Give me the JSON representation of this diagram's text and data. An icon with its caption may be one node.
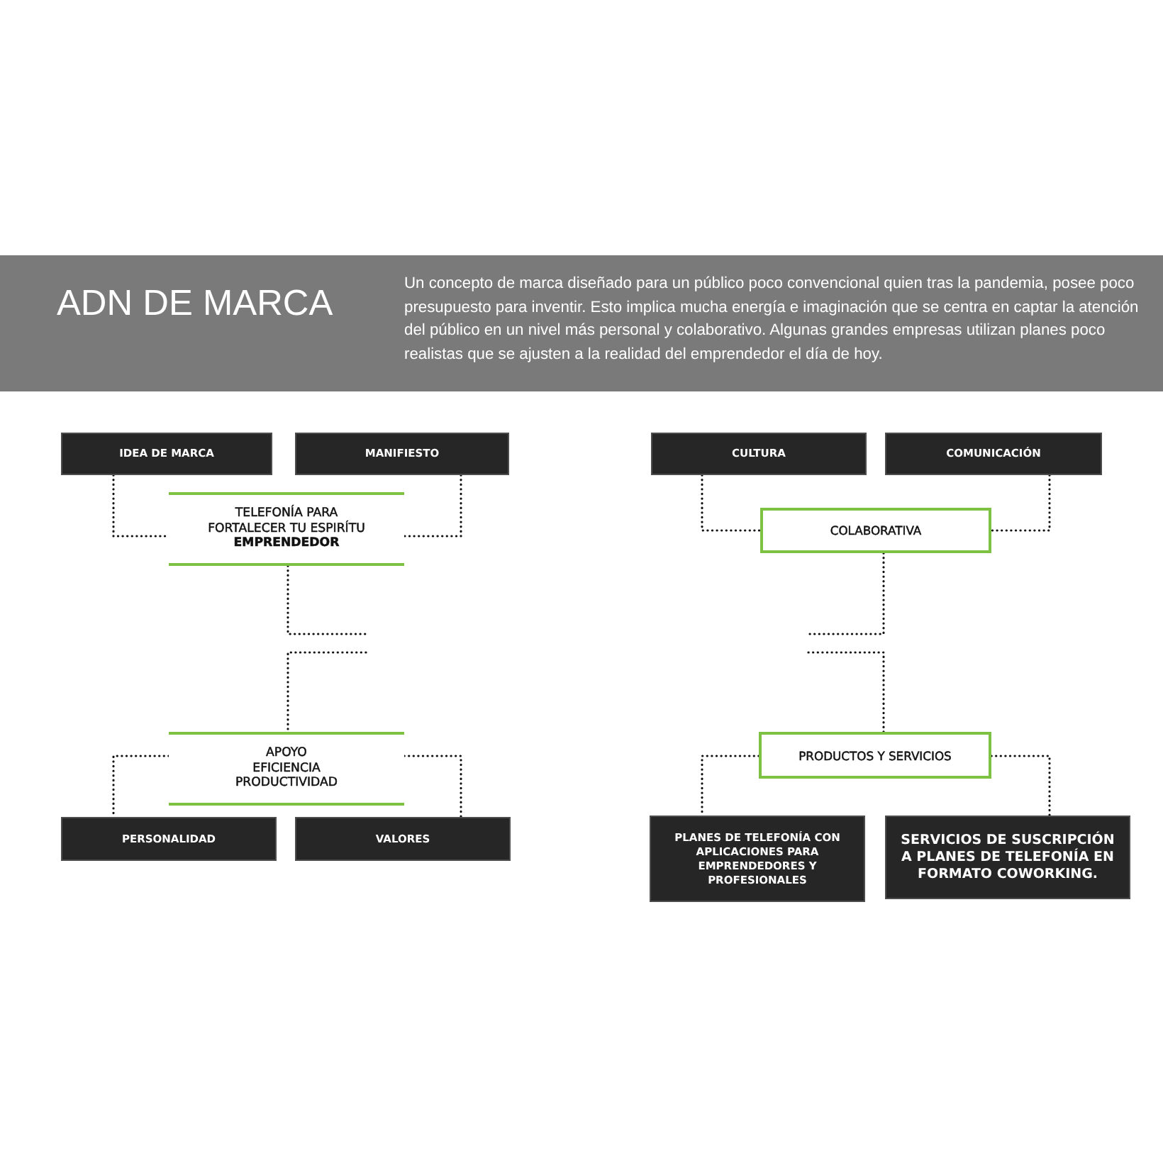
{
  "diagram": {
    "nodes": [
      {
        "text": [
          "ADN DE MARCA",
          "Un concepto de marca diseñado para un público poco convencional quien tras la pandemia, posee poco presupuesto para inventir. Esto implica mucha energía e imaginación que se centra en captar la atención del público en un nivel más personal y colaborativo. Algunas grandes empresas utilizan planes poco realistas que se ajusten a la realidad del emprendedor el día de hoy."
        ]
      },
      {
        "text": [
          "IDEA DE MARCA"
        ]
      },
      {
        "text": [
          "MANIFIESTO"
        ]
      },
      {
        "text": [
          "TELEFONÍA PARA FORTALECER TU ESPIRÍTU **EMPRENDEDOR**"
        ]
      },
      {
        "text": [
          "APOYO",
          "EFICIENCIA",
          "PRODUCTIVIDAD"
        ]
      },
      {
        "text": [
          "PERSONALIDAD"
        ]
      },
      {
        "text": [
          "VALORES"
        ]
      },
      {
        "text": [
          "CULTURA"
        ]
      },
      {
        "text": [
          "COMUNICACIÓN"
        ]
      },
      {
        "text": [
          "COLABORATIVA"
        ]
      },
      {
        "text": [
          "PRODUCTOS Y SERVICIOS"
        ]
      },
      {
        "text": [
          "PLANES DE TELEFONÍA CON APLICACIONES PARA EMPRENDEDORES Y PROFESIONALES"
        ]
      },
      {
        "text": [
          "SERVICIOS DE SUSCRIPCIÓN A PLANES DE TELEFONÍA EN FORMATO COWORKING."
        ]
      }
    ],
    "edges": [
      {
        "from": 1,
        "to": 3,
        "arrow": "none"
      },
      {
        "from": 2,
        "to": 3,
        "arrow": "none"
      },
      {
        "from": 3,
        "to": null,
        "arrow": "none"
      },
      {
        "from": null,
        "to": 4,
        "arrow": "none"
      },
      {
        "from": 4,
        "to": 5,
        "arrow": "none"
      },
      {
        "from": 4,
        "to": 6,
        "arrow": "none"
      },
      {
        "from": 7,
        "to": 9,
        "arrow": "none"
      },
      {
        "from": 8,
        "to": 9,
        "arrow": "none"
      },
      {
        "from": 9,
        "to": null,
        "arrow": "none"
      },
      {
        "from": null,
        "to": 10,
        "arrow": "none"
      },
      {
        "from": 10,
        "to": 11,
        "arrow": "none"
      },
      {
        "from": 10,
        "to": 12,
        "arrow": "none"
      }
    ]
  }
}
